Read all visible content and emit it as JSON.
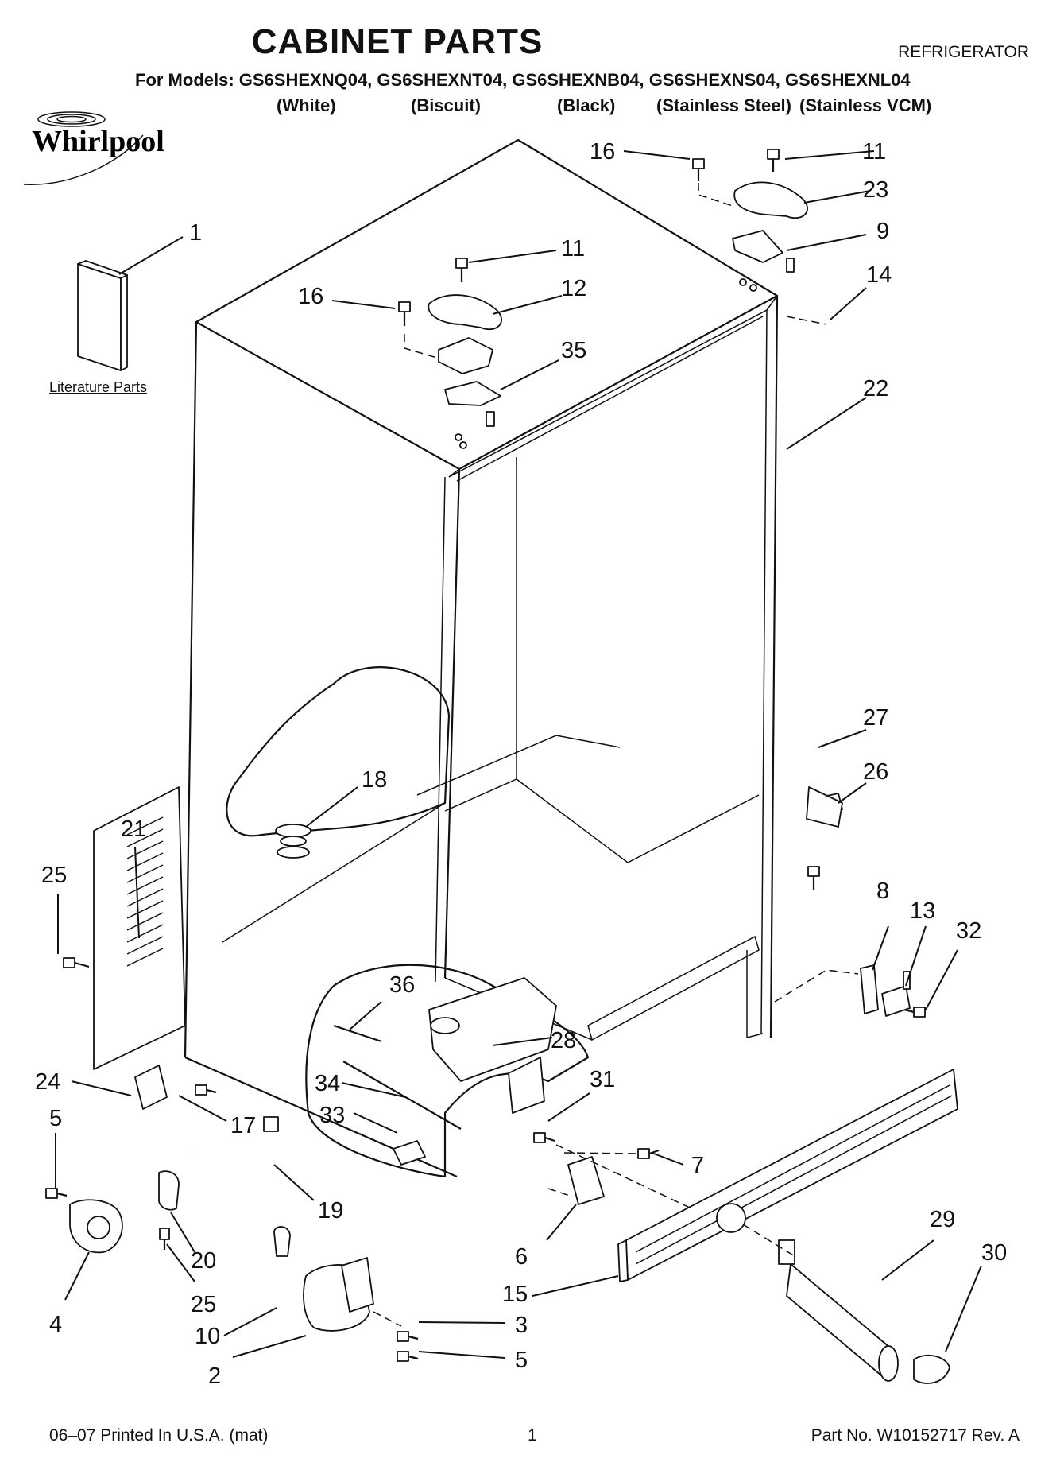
{
  "header": {
    "title": "CABINET PARTS",
    "product": "REFRIGERATOR",
    "models_line": "For Models: GS6SHEXNQ04, GS6SHEXNT04, GS6SHEXNB04, GS6SHEXNS04, GS6SHEXNL04",
    "color_white": "(White)",
    "color_biscuit": "(Biscuit)",
    "color_black": "(Black)",
    "color_stainless": "(Stainless Steel)",
    "color_vcm": "(Stainless VCM)",
    "brand": "Whirlpool"
  },
  "diagram": {
    "literature_label": "Literature Parts",
    "callouts": [
      "1",
      "2",
      "3",
      "4",
      "5",
      "5",
      "6",
      "7",
      "8",
      "9",
      "10",
      "11",
      "11",
      "12",
      "13",
      "14",
      "15",
      "16",
      "16",
      "17",
      "18",
      "19",
      "20",
      "21",
      "22",
      "23",
      "24",
      "25",
      "25",
      "26",
      "27",
      "28",
      "29",
      "30",
      "31",
      "32",
      "33",
      "34",
      "35",
      "36"
    ]
  },
  "footer": {
    "printed": "06–07 Printed In U.S.A. (mat)",
    "page": "1",
    "part_no": "Part No. W10152717 Rev. A"
  }
}
